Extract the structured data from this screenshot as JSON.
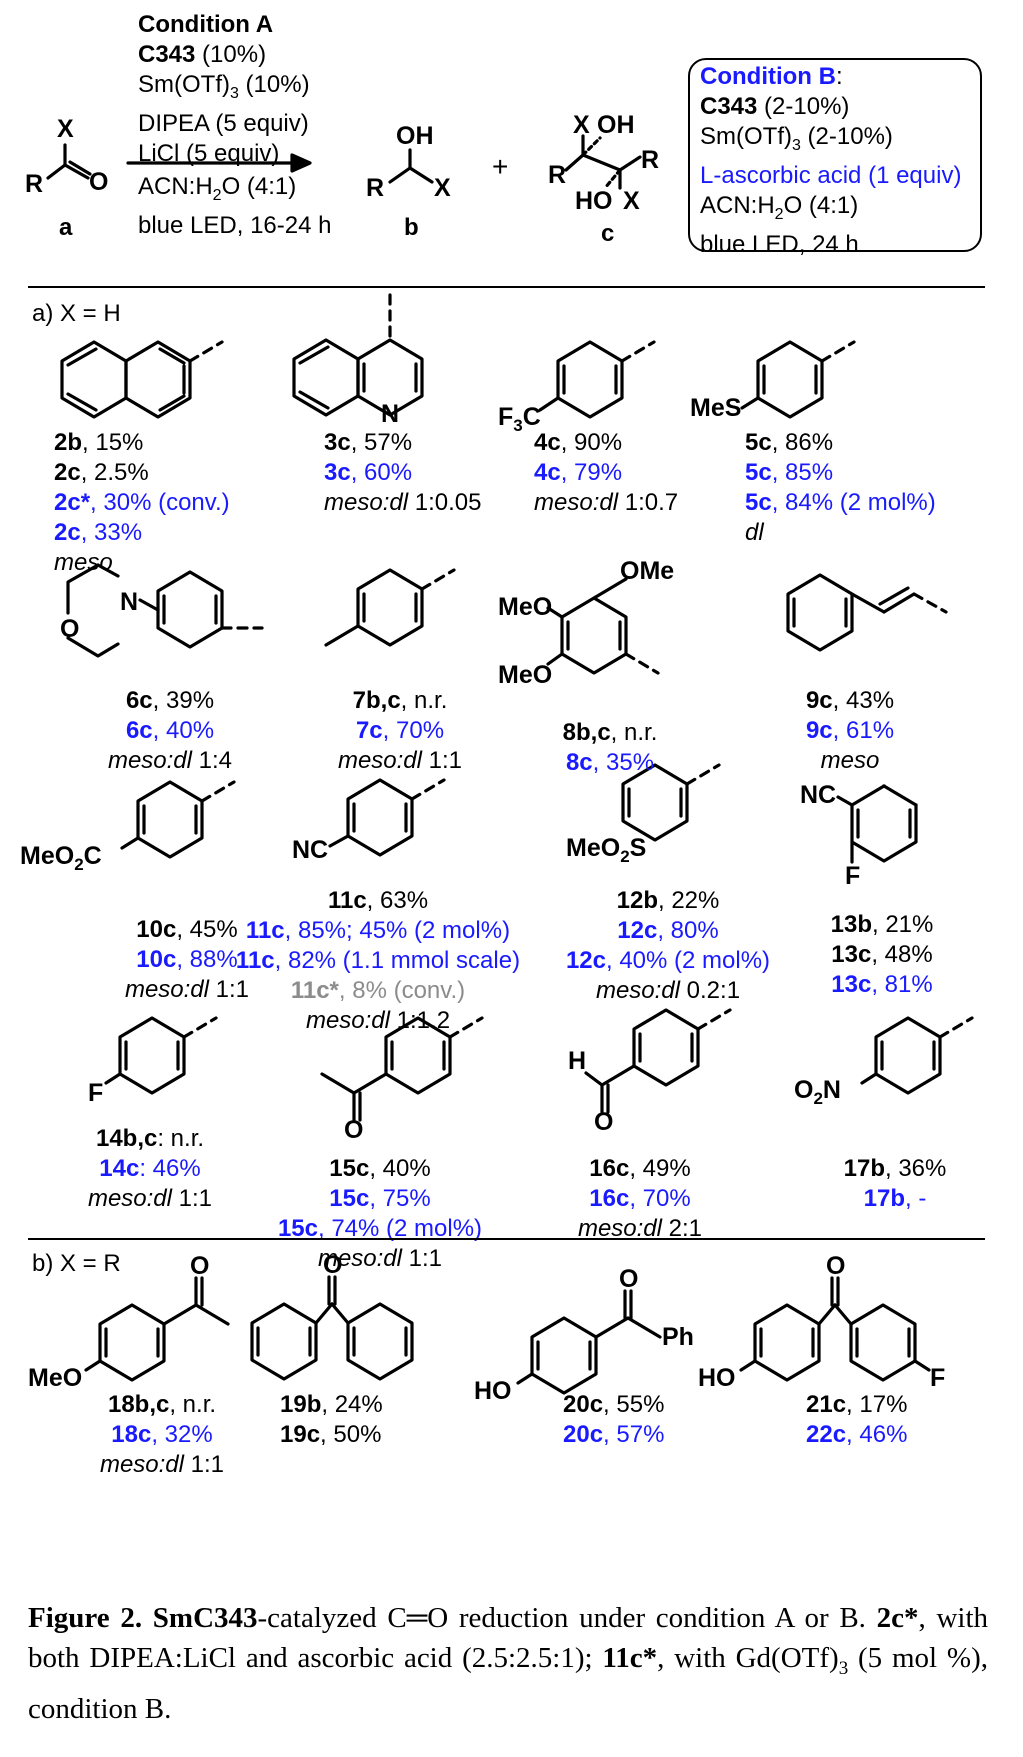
{
  "scheme": {
    "condition_a": {
      "title": "Condition A",
      "lines": [
        "C343 (10%)",
        "Sm(OTf)3 (10%)",
        "DIPEA (5 equiv)",
        "LiCl (5 equiv)"
      ],
      "below": [
        "ACN:H2O (4:1)",
        "blue LED, 16-24 h"
      ]
    },
    "condition_b": {
      "title": "Condition B",
      "lines": [
        "C343 (2-10%)",
        "Sm(OTf)3 (2-10%)",
        "L-ascorbic acid (1 equiv)",
        "ACN:H2O (4:1)",
        "blue LED, 24 h"
      ]
    },
    "labels": {
      "a": "a",
      "b": "b",
      "c": "c",
      "plus": "+"
    },
    "atoms": {
      "X": "X",
      "R": "R",
      "O": "O",
      "OH": "OH",
      "HO": "HO"
    }
  },
  "sections": {
    "a": "a) X = H",
    "b": "b) X = R"
  },
  "compounds": [
    {
      "id": "naphthyl",
      "lines": [
        "2b, 15%",
        "2c, 2.5%",
        "2c*, 30% (conv.)",
        "2c, 33%",
        "meso"
      ]
    },
    {
      "id": "quinolinyl",
      "lines": [
        "3c, 57%",
        "3c, 60%",
        "meso:dl 1:0.05"
      ]
    },
    {
      "id": "cf3",
      "lines": [
        "4c, 90%",
        "4c, 79%",
        "meso:dl 1:0.7"
      ]
    },
    {
      "id": "sme",
      "lines": [
        "5c, 86%",
        "5c, 85%",
        "5c, 84% (2 mol%)",
        "dl"
      ]
    },
    {
      "id": "morpholino",
      "lines": [
        "6c, 39%",
        "6c, 40%",
        "meso:dl 1:4"
      ]
    },
    {
      "id": "tolyl",
      "lines": [
        "7b,c, n.r.",
        "7c, 70%",
        "meso:dl 1:1"
      ]
    },
    {
      "id": "trimethoxy",
      "lines": [
        "8b,c, n.r.",
        "8c, 35%"
      ]
    },
    {
      "id": "styryl",
      "lines": [
        "9c, 43%",
        "9c, 61%",
        "meso"
      ]
    },
    {
      "id": "ester",
      "lines": [
        "10c, 45%",
        "10c, 88%",
        "meso:dl 1:1"
      ]
    },
    {
      "id": "nitrile",
      "lines": [
        "11c, 63%",
        "11c, 85%; 45% (2 mol%)",
        "11c, 82% (1.1 mmol scale)",
        "11c*, 8% (conv.)",
        "meso:dl 1:1.2"
      ]
    },
    {
      "id": "sulfone",
      "lines": [
        "12b, 22%",
        "12c, 80%",
        "12c, 40% (2 mol%)",
        "meso:dl 0.2:1"
      ]
    },
    {
      "id": "cnf",
      "lines": [
        "13b, 21%",
        "13c, 48%",
        "13c, 81%"
      ]
    },
    {
      "id": "fluoro",
      "lines": [
        "14b,c: n.r.",
        "14c: 46%",
        "meso:dl 1:1"
      ]
    },
    {
      "id": "acetyl",
      "lines": [
        "15c, 40%",
        "15c, 75%",
        "15c, 74% (2 mol%)",
        "meso:dl 1:1"
      ]
    },
    {
      "id": "formyl",
      "lines": [
        "16c, 49%",
        "16c, 70%",
        "meso:dl 2:1"
      ]
    },
    {
      "id": "nitro",
      "lines": [
        "17b, 36%",
        "17b, -"
      ]
    },
    {
      "id": "methoxyacetophenone",
      "lines": [
        "18b,c, n.r.",
        "18c, 32%",
        "meso:dl 1:1"
      ]
    },
    {
      "id": "benzophenone",
      "lines": [
        "19b, 24%",
        "19c, 50%"
      ]
    },
    {
      "id": "hydroxybenzophenone",
      "lines": [
        "20c, 55%",
        "20c, 57%"
      ]
    },
    {
      "id": "hydroxyfluorobenzophenone",
      "lines": [
        "21c, 17%",
        "22c, 46%"
      ]
    }
  ],
  "substituents": {
    "F3C": "F3C",
    "MeS": "MeS",
    "OMe": "OMe",
    "MeO": "MeO",
    "MeO2C": "MeO2C",
    "NC": "NC",
    "MeO2S": "MeO2S",
    "F": "F",
    "H": "H",
    "O": "O",
    "O2N": "O2N",
    "N": "N",
    "HO": "HO",
    "Ph": "Ph"
  },
  "caption": {
    "label": "Figure 2.",
    "bold1": "SmC343",
    "text1": "-catalyzed C═O reduction under condition A or B. ",
    "bold2": "2c*",
    "text2": ", with both DIPEA:LiCl and ascorbic acid (2.5:2.5:1); ",
    "bold3": "11c*",
    "text3": ", with Gd(OTf)",
    "sub3": "3",
    "text4": " (5 mol %), condition B."
  },
  "colors": {
    "condition_b": "#1a1aff",
    "text": "#000000",
    "grey": "#8c8c8c"
  }
}
